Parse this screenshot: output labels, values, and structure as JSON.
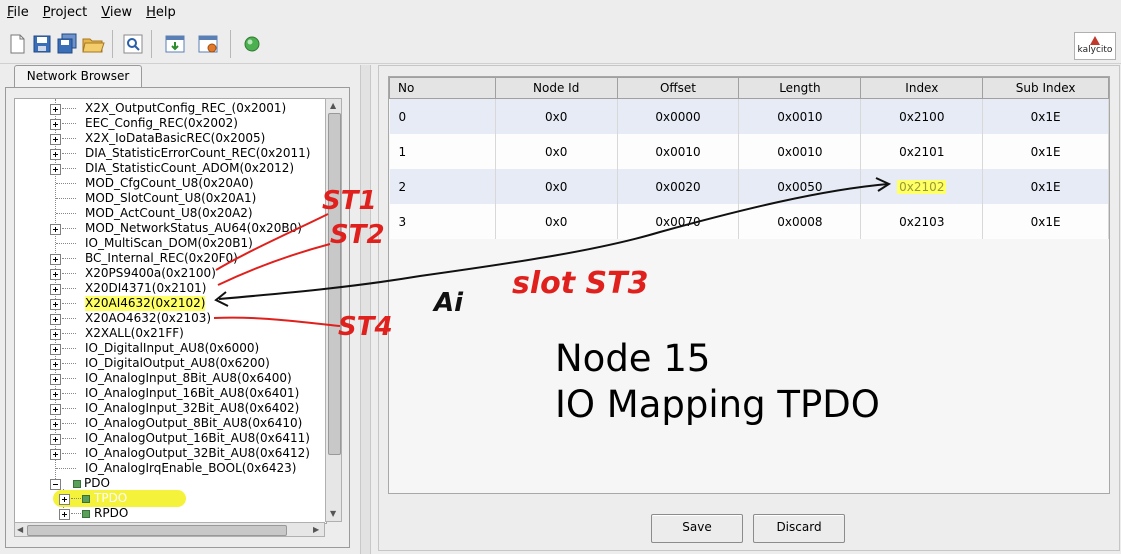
{
  "menu": [
    "File",
    "Project",
    "View",
    "Help"
  ],
  "toolbar": {
    "icons": [
      "new-file-icon",
      "save-icon",
      "save-all-icon",
      "open-folder-icon",
      "search-icon",
      "import-icon",
      "export-icon",
      "run-icon"
    ],
    "logo_text": "kalycito"
  },
  "left_panel": {
    "tab_label": "Network Browser",
    "tree_items": [
      {
        "label": "X2X_OutputConfig_REC_(0x2001)",
        "expandable": true
      },
      {
        "label": "EEC_Config_REC(0x2002)",
        "expandable": true
      },
      {
        "label": "X2X_IoDataBasicREC(0x2005)",
        "expandable": true
      },
      {
        "label": "DIA_StatisticErrorCount_REC(0x2011)",
        "expandable": true
      },
      {
        "label": "DIA_StatisticCount_ADOM(0x2012)",
        "expandable": true
      },
      {
        "label": "MOD_CfgCount_U8(0x20A0)",
        "expandable": false
      },
      {
        "label": "MOD_SlotCount_U8(0x20A1)",
        "expandable": false
      },
      {
        "label": "MOD_ActCount_U8(0x20A2)",
        "expandable": false
      },
      {
        "label": "MOD_NetworkStatus_AU64(0x20B0)",
        "expandable": true
      },
      {
        "label": "IO_MultiScan_DOM(0x20B1)",
        "expandable": false
      },
      {
        "label": "BC_Internal_REC(0x20F0)",
        "expandable": true
      },
      {
        "label": "X20PS9400a(0x2100)",
        "expandable": true
      },
      {
        "label": "X20DI4371(0x2101)",
        "expandable": true
      },
      {
        "label": "X20AI4632(0x2102)",
        "expandable": true,
        "highlighted": true
      },
      {
        "label": "X20AO4632(0x2103)",
        "expandable": true
      },
      {
        "label": "X2XALL(0x21FF)",
        "expandable": true
      },
      {
        "label": "IO_DigitalInput_AU8(0x6000)",
        "expandable": true
      },
      {
        "label": "IO_DigitalOutput_AU8(0x6200)",
        "expandable": true
      },
      {
        "label": "IO_AnalogInput_8Bit_AU8(0x6400)",
        "expandable": true
      },
      {
        "label": "IO_AnalogInput_16Bit_AU8(0x6401)",
        "expandable": true
      },
      {
        "label": "IO_AnalogInput_32Bit_AU8(0x6402)",
        "expandable": true
      },
      {
        "label": "IO_AnalogOutput_8Bit_AU8(0x6410)",
        "expandable": true
      },
      {
        "label": "IO_AnalogOutput_16Bit_AU8(0x6411)",
        "expandable": true
      },
      {
        "label": "IO_AnalogOutput_32Bit_AU8(0x6412)",
        "expandable": true
      },
      {
        "label": "IO_AnalogIrqEnable_BOOL(0x6423)",
        "expandable": false
      }
    ],
    "pdo_node": "PDO",
    "pdo_children": [
      {
        "label": "TPDO",
        "selected": true
      },
      {
        "label": "RPDO",
        "selected": false
      }
    ]
  },
  "table": {
    "columns": [
      "No",
      "Node Id",
      "Offset",
      "Length",
      "Index",
      "Sub Index"
    ],
    "rows": [
      [
        "0",
        "0x0",
        "0x0000",
        "0x0010",
        "0x2100",
        "0x1E"
      ],
      [
        "1",
        "0x0",
        "0x0010",
        "0x0010",
        "0x2101",
        "0x1E"
      ],
      [
        "2",
        "0x0",
        "0x0020",
        "0x0050",
        "0x2102",
        "0x1E"
      ],
      [
        "3",
        "0x0",
        "0x0070",
        "0x0008",
        "0x2103",
        "0x1E"
      ]
    ],
    "highlighted_cell": {
      "row": 2,
      "col": 4
    }
  },
  "annotation": {
    "title_line1": "Node 15",
    "title_line2": "IO Mapping TPDO",
    "handwritten": {
      "st1": "ST1",
      "st2": "ST2",
      "st3": "slot ST3",
      "st4": "ST4",
      "ai": "Ai"
    },
    "highlight_color": "#ffff66",
    "ink_color": "#e0201c"
  },
  "buttons": {
    "save": "Save",
    "discard": "Discard"
  }
}
